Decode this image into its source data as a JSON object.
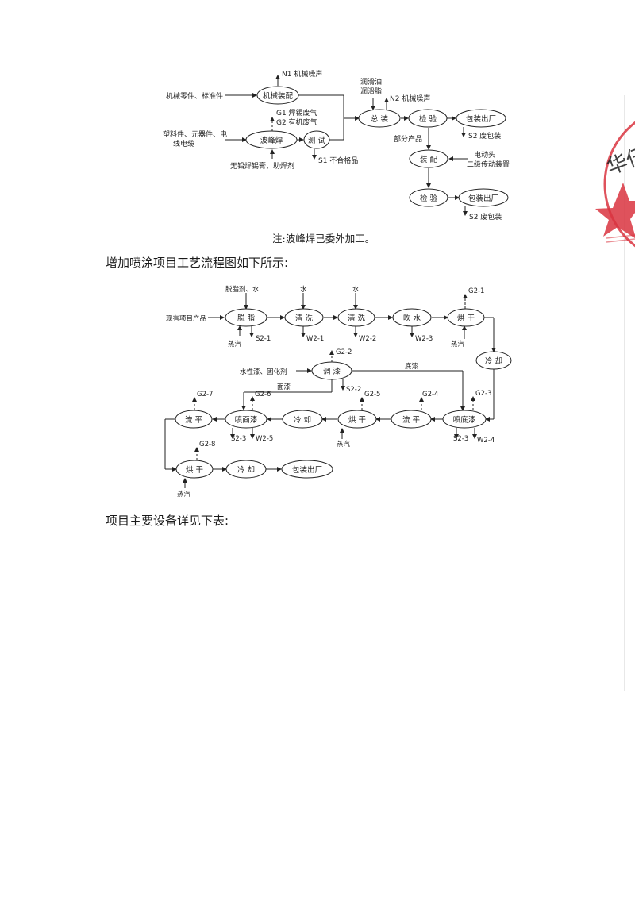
{
  "diagram1": {
    "inputs": {
      "mech_parts": "机械零件、标准件",
      "plastic_parts": "塑料件、元器件、电",
      "plastic_parts2": "线电缆",
      "solder": "无铅焊锡膏、助焊剂",
      "lube": "润滑油",
      "lube2": "润滑脂",
      "motor": "电动头",
      "motor2": "二级传动装置"
    },
    "nodes": {
      "mech_assembly": "机械装配",
      "wave_solder": "波峰焊",
      "test": "测 试",
      "final_assembly": "总 装",
      "inspect1": "检 验",
      "pack_ship1": "包装出厂",
      "assemble": "装 配",
      "inspect2": "检 验",
      "pack_ship2": "包装出厂"
    },
    "labels": {
      "n1": "N1 机械噪声",
      "g1": "G1 焊锡废气",
      "g2": "G2 有机废气",
      "s1": "S1 不合格品",
      "n2": "N2 机械噪声",
      "s2a": "S2 废包装",
      "partial": "部分产品",
      "s2b": "S2 废包装"
    }
  },
  "note": "注:波峰焊已委外加工。",
  "para1": "增加喷涂项目工艺流程图如下所示:",
  "diagram2": {
    "inputs": {
      "existing": "现有项目产品",
      "degrease_in": "脱脂剂、水",
      "water1": "水",
      "water2": "水",
      "paint_in": "水性漆、固化剂"
    },
    "nodes": {
      "degrease": "脱 脂",
      "rinse1": "清 洗",
      "rinse2": "清 洗",
      "blow": "吹 水",
      "dry1": "烘 干",
      "cool1": "冷 却",
      "mix": "调 漆",
      "primer": "喷底漆",
      "level1": "流 平",
      "dry2": "烘 干",
      "cool2": "冷 却",
      "topcoat": "喷面漆",
      "level2": "流 平",
      "dry3": "烘 干",
      "cool3": "冷 却",
      "pack": "包装出厂"
    },
    "labels": {
      "steam1": "蒸汽",
      "s21": "S2-1",
      "w21": "W2-1",
      "w22": "W2-2",
      "w23": "W2-3",
      "g21": "G2-1",
      "steam2": "蒸汽",
      "g22": "G2-2",
      "s22": "S2-2",
      "base_paint": "底漆",
      "top_paint": "面漆",
      "g23": "G2-3",
      "s23a": "S2-3",
      "w24": "W2-4",
      "g24": "G2-4",
      "g25": "G2-5",
      "steam3": "蒸汽",
      "g26": "G2-6",
      "s23b": "S2-3",
      "w25": "W2-5",
      "g27": "G2-7",
      "g28": "G2-8",
      "steam4": "蒸汽"
    }
  },
  "para2": "项目主要设备详见下表:",
  "stamp": {
    "color": "#d9343f",
    "text": "华伍行"
  }
}
